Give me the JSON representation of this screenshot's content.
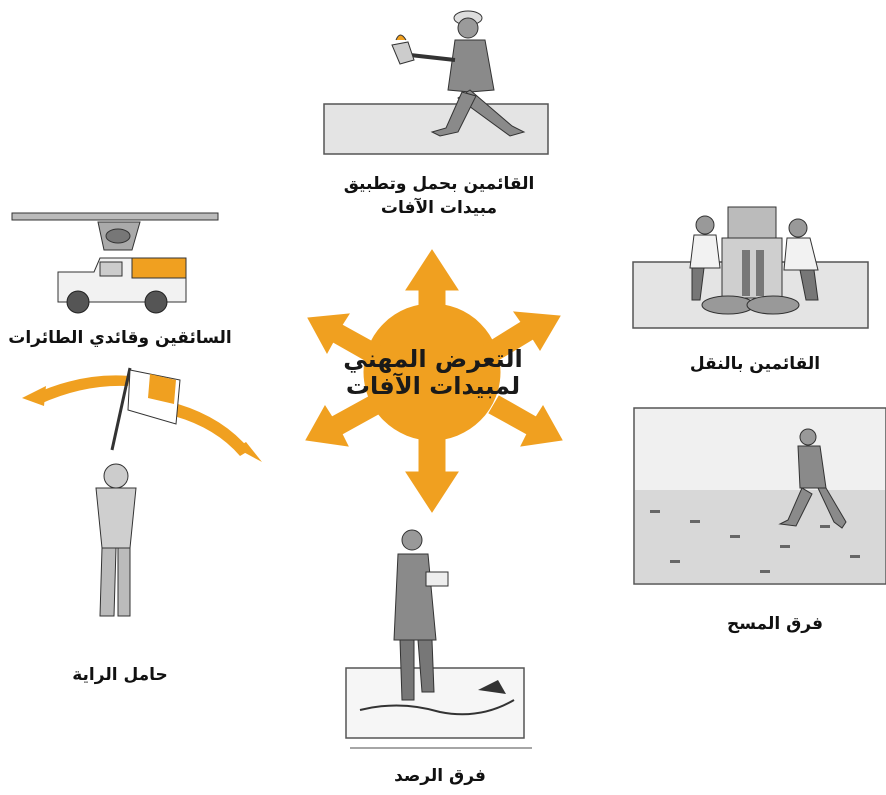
{
  "center": {
    "line1": "التعرض المهني",
    "line2": "لمبيدات الآفات"
  },
  "groups": {
    "applicators": {
      "line1": "القائمين بحمل وتطبيق",
      "line2": "مبيدات الآفات"
    },
    "transport": "القائمين بالنقل",
    "drivers_pilots": "السائقين وقائدي الطائرات",
    "survey": "فرق المسح",
    "flagman": "حامل الراية",
    "monitoring": "فرق الرصد"
  },
  "colors": {
    "accent": "#f0a020",
    "panel": "#e2e2e2",
    "figure": "#8a8a8a",
    "outline": "#333333"
  }
}
